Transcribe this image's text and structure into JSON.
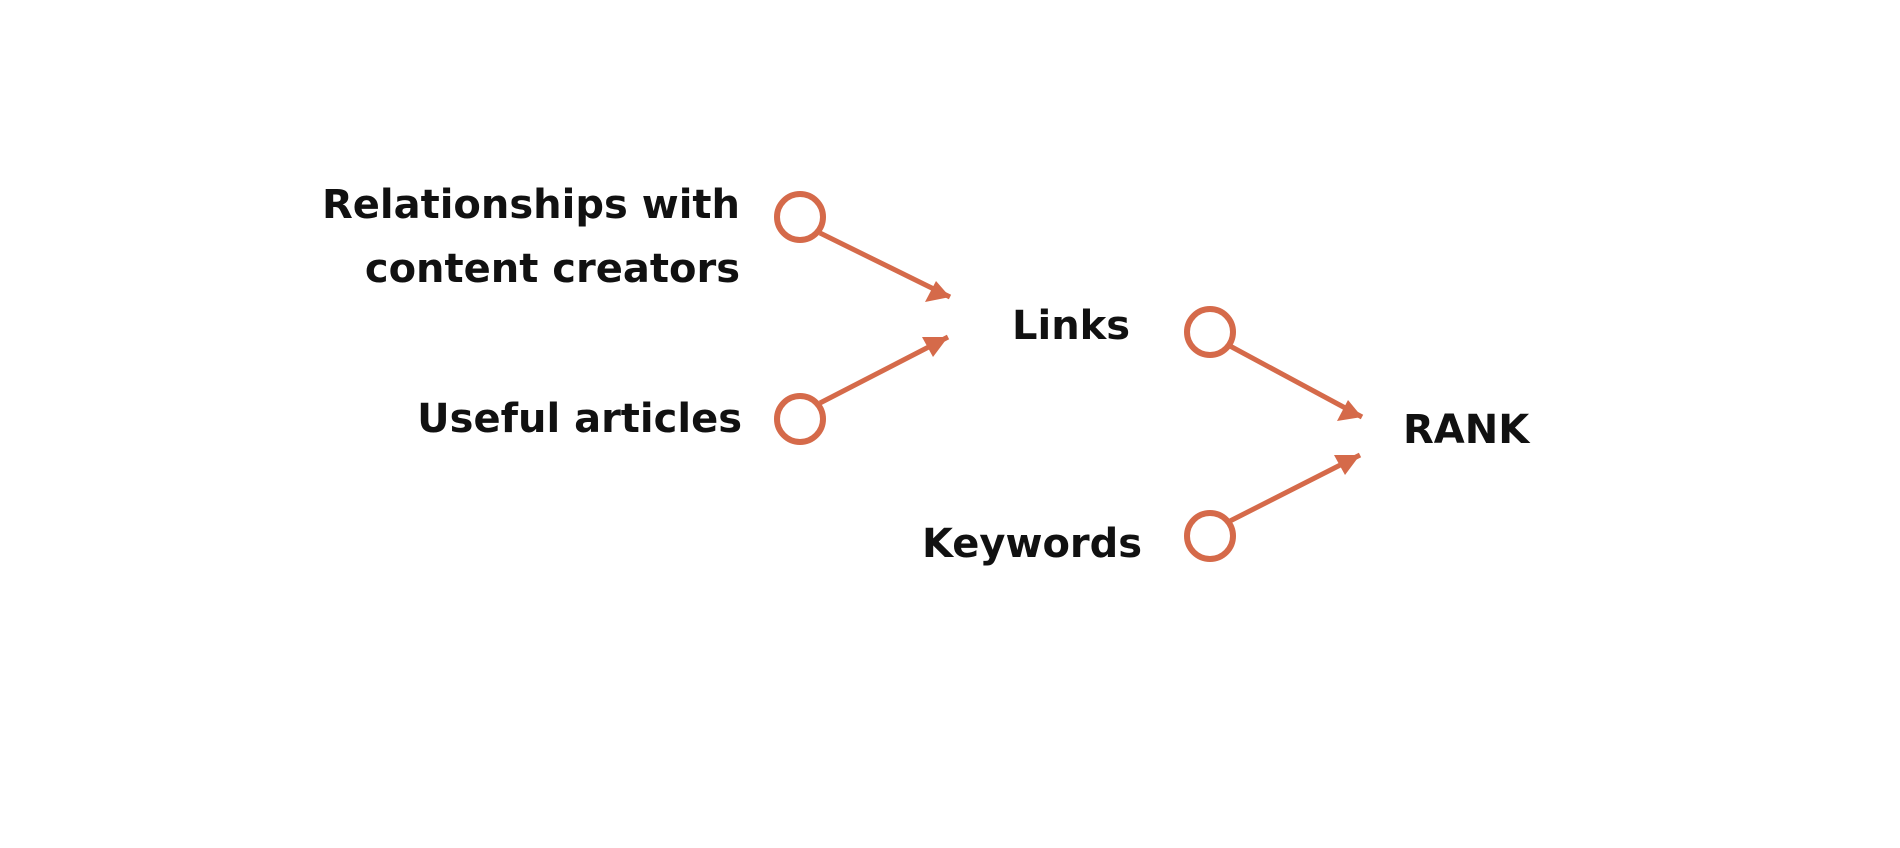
{
  "diagram": {
    "accent_color": "#d56a4a",
    "text_color": "#111111",
    "nodes": {
      "relationships": {
        "line1": "Relationships with",
        "line2": "content creators"
      },
      "useful_articles": {
        "label": "Useful articles"
      },
      "links": {
        "label": "Links"
      },
      "keywords": {
        "label": "Keywords"
      },
      "rank": {
        "label": "RANK"
      }
    },
    "edges": [
      {
        "from": "Relationships with content creators",
        "to": "Links"
      },
      {
        "from": "Useful articles",
        "to": "Links"
      },
      {
        "from": "Links",
        "to": "RANK"
      },
      {
        "from": "Keywords",
        "to": "RANK"
      }
    ]
  }
}
